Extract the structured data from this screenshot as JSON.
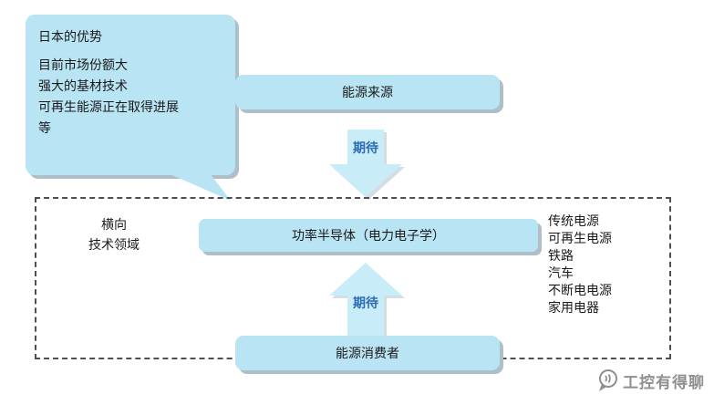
{
  "callout": {
    "title": "日本的优势",
    "lines": [
      "目前市场份额大",
      "强大的基材技术",
      "可再生能源正在取得进展",
      "等"
    ]
  },
  "flow": {
    "source_label": "能源来源",
    "center_label": "功率半导体（电力电子学）",
    "consumer_label": "能源消费者",
    "down_arrow_label": "期待",
    "up_arrow_label": "期待"
  },
  "domain": {
    "left_label_line1": "横向",
    "left_label_line2": "技术领域",
    "applications": [
      "传统电源",
      "可再生电源",
      "铁路",
      "汽车",
      "不断电电源",
      "家用电器"
    ]
  },
  "watermark": "工控有得聊",
  "colors": {
    "box_fill": "#b9e4f4",
    "arrow_fill": "#c9ecf9",
    "shadow": "#aebfca",
    "accent_text": "#2e6db4",
    "dashed_border": "#4f4f4f",
    "watermark_gray": "#8f8f8f"
  }
}
